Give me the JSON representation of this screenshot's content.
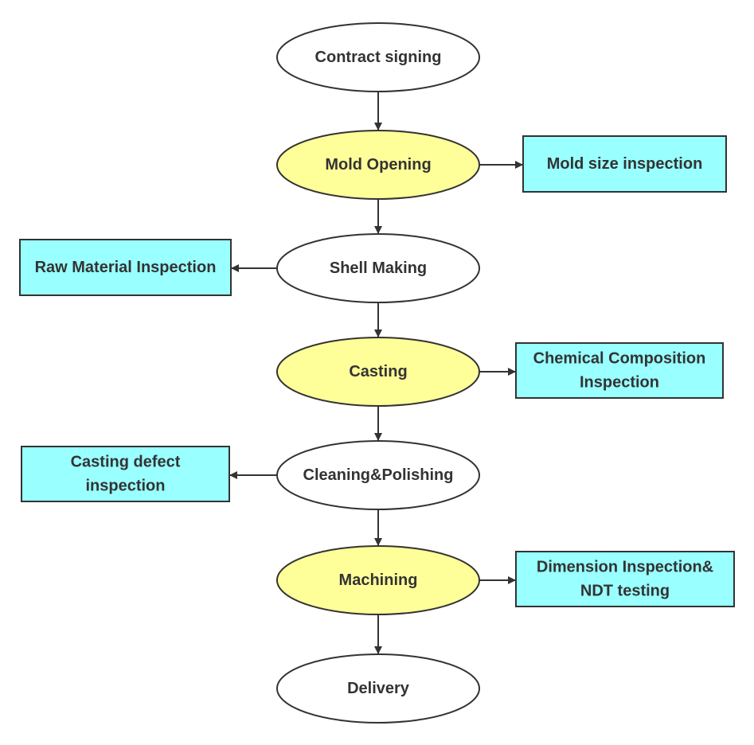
{
  "colors": {
    "stroke": "#333333",
    "ellipse_default": "#ffffff",
    "ellipse_highlight": "#ffff99",
    "box_fill": "#99ffff",
    "text": "#333333"
  },
  "process_steps": [
    {
      "id": "contract-signing",
      "label": "Contract signing",
      "highlight": false
    },
    {
      "id": "mold-opening",
      "label": "Mold Opening",
      "highlight": true
    },
    {
      "id": "shell-making",
      "label": "Shell Making",
      "highlight": false
    },
    {
      "id": "casting",
      "label": "Casting",
      "highlight": true
    },
    {
      "id": "cleaning-polishing",
      "label": "Cleaning&Polishing",
      "highlight": false
    },
    {
      "id": "machining",
      "label": "Machining",
      "highlight": true
    },
    {
      "id": "delivery",
      "label": "Delivery",
      "highlight": false
    }
  ],
  "inspections": [
    {
      "id": "mold-size-inspection",
      "step": "mold-opening",
      "side": "right",
      "lines": [
        "Mold size inspection"
      ]
    },
    {
      "id": "raw-material-inspection",
      "step": "shell-making",
      "side": "left",
      "lines": [
        "Raw Material Inspection"
      ]
    },
    {
      "id": "chemical-composition-inspection",
      "step": "casting",
      "side": "right",
      "lines": [
        "Chemical Composition",
        "Inspection"
      ]
    },
    {
      "id": "casting-defect-inspection",
      "step": "cleaning-polishing",
      "side": "left",
      "lines": [
        "Casting defect",
        "inspection"
      ]
    },
    {
      "id": "dimension-inspection-ndt",
      "step": "machining",
      "side": "right",
      "lines": [
        "Dimension Inspection&",
        "NDT testing"
      ]
    }
  ]
}
